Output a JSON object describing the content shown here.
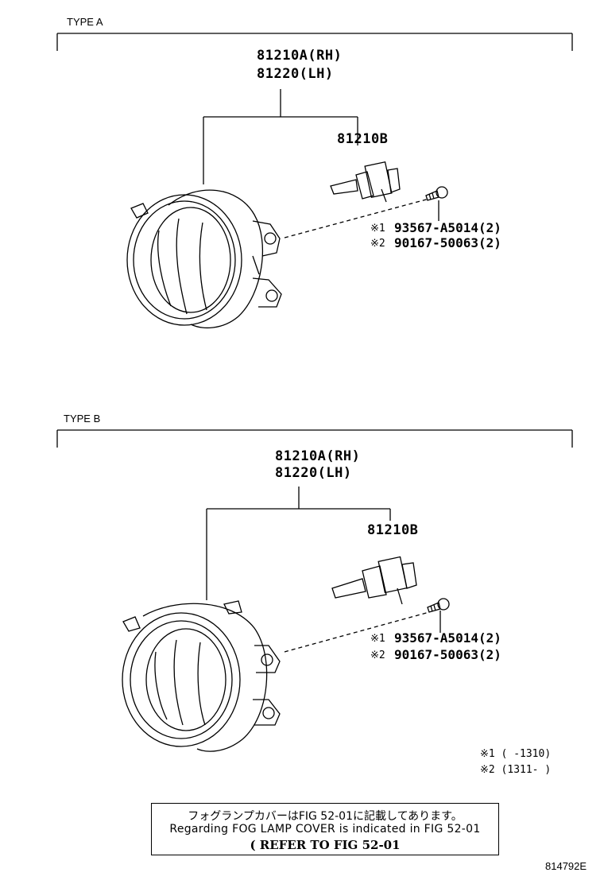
{
  "type_a": {
    "label": "TYPE A",
    "part_main_rh": "81210A(RH)",
    "part_main_lh": "81220(LH)",
    "part_bulb": "81210B",
    "screw_1_mark": "※1",
    "screw_1_part": "93567-A5014(2)",
    "screw_2_mark": "※2",
    "screw_2_part": "90167-50063(2)"
  },
  "type_b": {
    "label": "TYPE B",
    "part_main_rh": "81210A(RH)",
    "part_main_lh": "81220(LH)",
    "part_bulb": "81210B",
    "screw_1_mark": "※1",
    "screw_1_part": "93567-A5014(2)",
    "screw_2_mark": "※2",
    "screw_2_part": "90167-50063(2)"
  },
  "footnotes": {
    "note_1": "※1 (    -1310)",
    "note_2": "※2 (1311-    )"
  },
  "reference_box": {
    "line_jp": "フォグランプカバーはFIG 52-01に記載してあります。",
    "line_en": "Regarding FOG LAMP COVER is indicated in FIG 52-01",
    "line_ref": "(  REFER TO FIG 52-01"
  },
  "illustration_id": "814792E"
}
